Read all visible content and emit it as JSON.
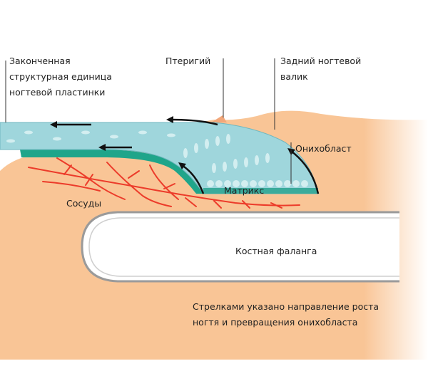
{
  "labels": {
    "finished_unit": [
      "Законченная",
      "структурная единица",
      "ногтевой пластинки"
    ],
    "pterygium": "Птеригий",
    "posterior_fold": [
      "Задний ногтевой",
      "валик"
    ],
    "onychoblast": "Онихобласт",
    "matrix": "Матрикс",
    "vessels": "Сосуды",
    "bone": "Костная фаланга",
    "caption": [
      "Стрелками указано направление роста",
      "ногтя и превращения онихобласта"
    ]
  },
  "colors": {
    "skin": "#f9c596",
    "nail": "#9fd6dc",
    "nail_bed": "#1fa58a",
    "vessels": "#ec3b2a",
    "bone_border": "#9a9a9a"
  }
}
